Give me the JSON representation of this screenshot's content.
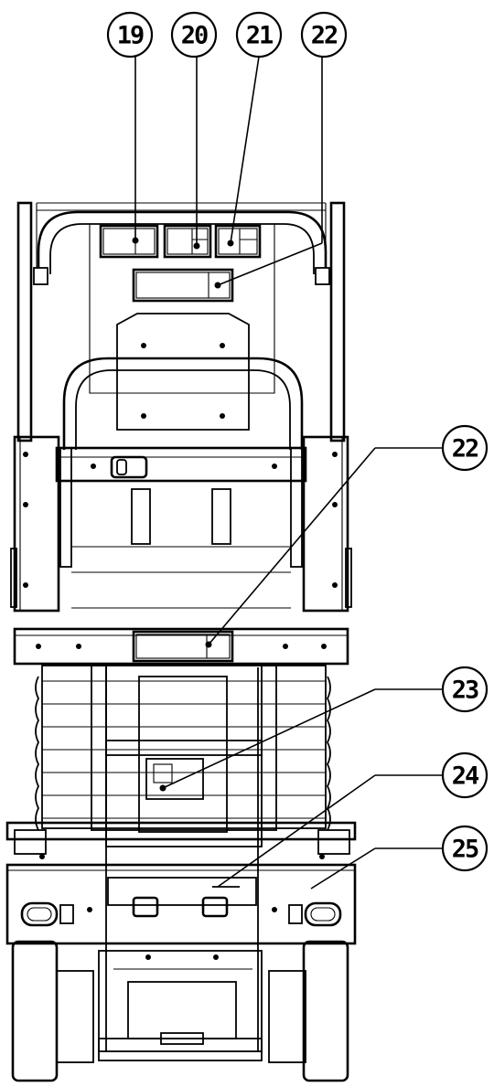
{
  "callouts": {
    "c19": "19",
    "c20": "20",
    "c21": "21",
    "c22_top": "22",
    "c22_right": "22",
    "c23": "23",
    "c24": "24",
    "c25": "25"
  },
  "colors": {
    "line": "#000000",
    "background": "#ffffff"
  }
}
